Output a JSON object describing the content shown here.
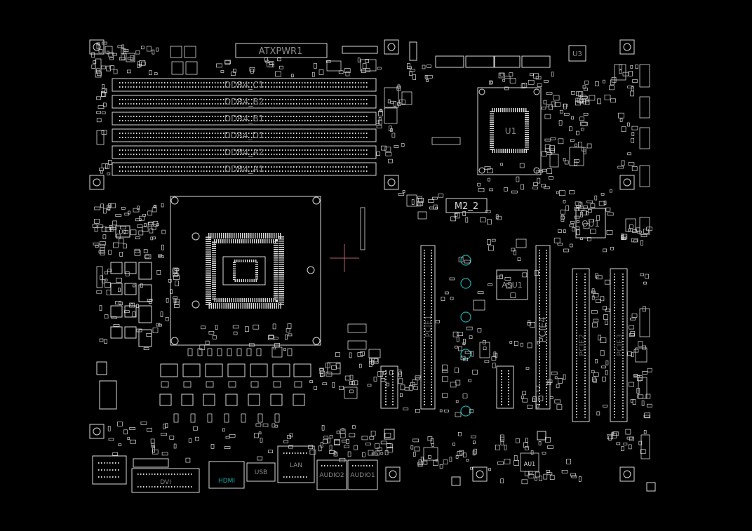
{
  "diagram": {
    "background": "#000000",
    "line_color": "#d8d8d8",
    "label_color": "#8a8a8a",
    "via_color": "#1aa7a7",
    "crosshair_color": "#b06070"
  },
  "labels": {
    "atx_power": "ATXPWR1",
    "u3": "U3",
    "ddr4_c1": "DDR4_C1",
    "ddr4_b2": "DDR4_B2",
    "ddr4_b1": "DDR4_B1",
    "ddr4_a2": "DDR4_A2",
    "ddr4_a1": "DDR4_A1",
    "ddr4_d1": "DDR4_D1",
    "chipset": "U1",
    "m2_slot": "M2_2",
    "ou1": "OU1",
    "asu1": "ASU1",
    "pcie1": "PCIE1",
    "pcie4": "PCIE4",
    "pcie2": "PCIE2",
    "pcie3": "PCIE3",
    "u2": "U2",
    "au1": "AU1",
    "hdmi": "HDMI",
    "audio2": "AUDIO2",
    "audio1": "AUDIO1",
    "lan": "LAN",
    "usb": "USB",
    "dvi": "DVI"
  }
}
